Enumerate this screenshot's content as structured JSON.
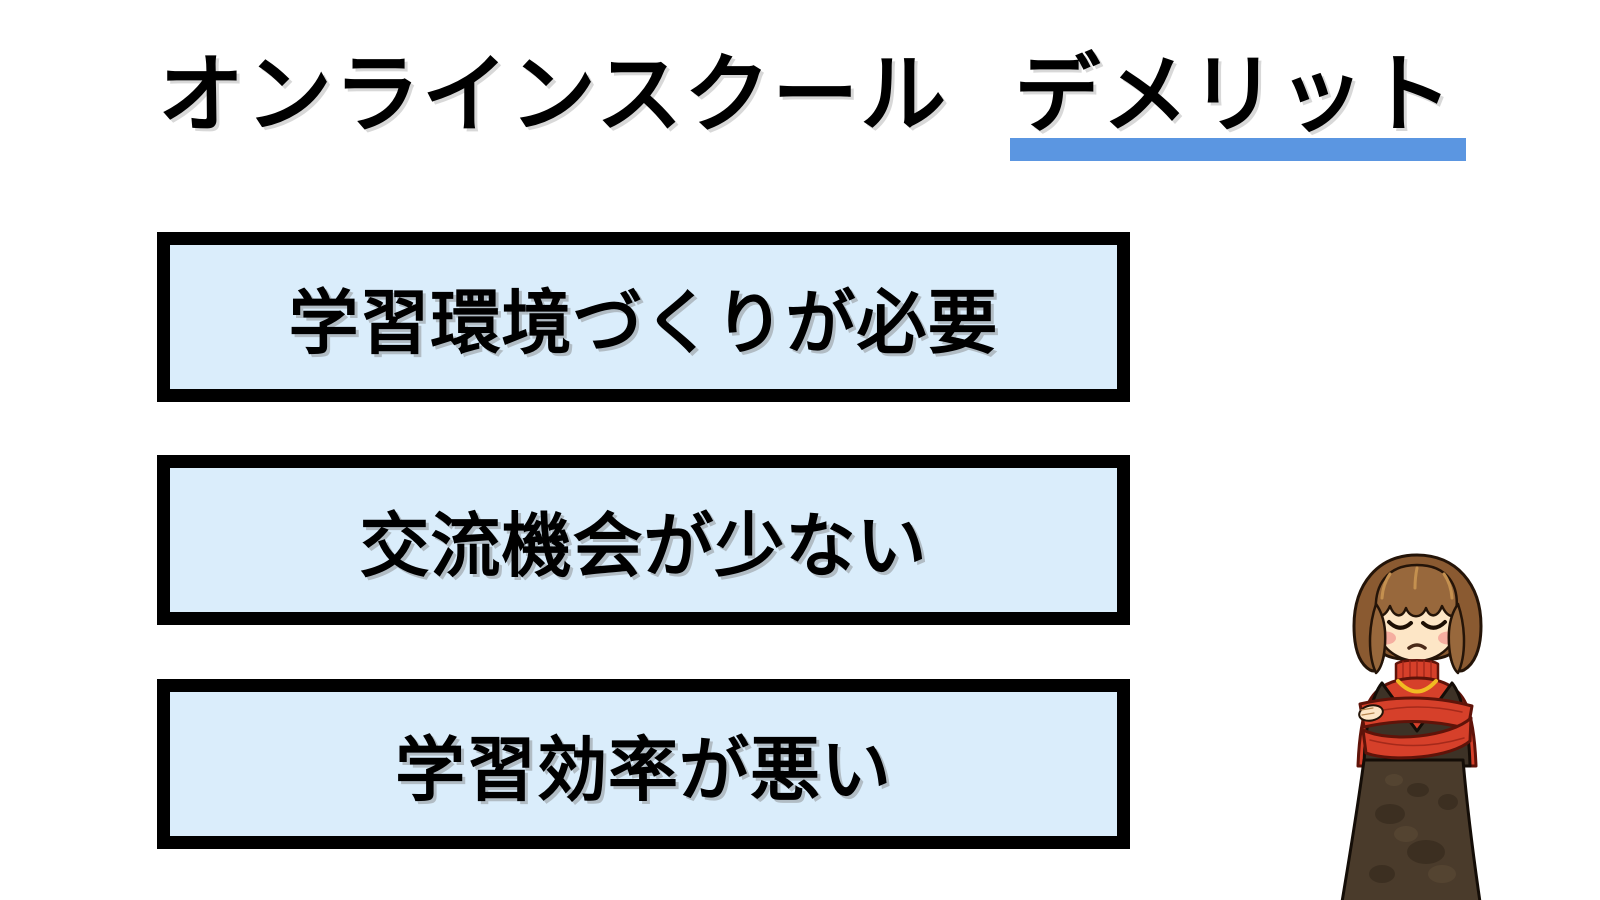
{
  "title": {
    "main": "オンラインスクール",
    "highlight": "デメリット"
  },
  "demerits": [
    "学習環境づくりが必要",
    "交流機会が少ない",
    "学習効率が悪い"
  ],
  "colors": {
    "background": "#ffffff",
    "text": "#000000",
    "accent_underline": "#5b96e1",
    "box_fill": "#daedfb",
    "box_border": "#000000"
  },
  "icons": {
    "illustration": "displeased-girl-arms-crossed"
  }
}
